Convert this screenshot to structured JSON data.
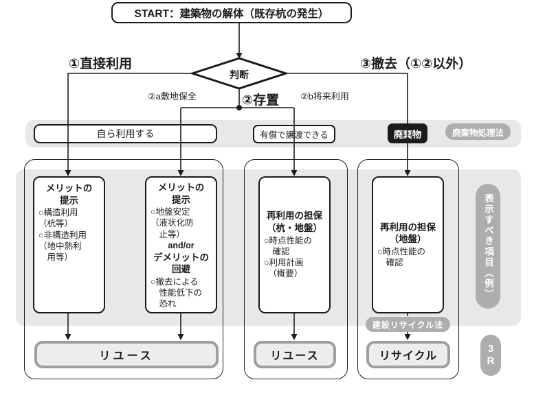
{
  "diagram": {
    "start_label": "START：建築物の解体（既存杭の発生）",
    "decision_label": "判断",
    "branches": {
      "b1": "①直接利用",
      "b2": "②存置",
      "b2a": "②a敷地保全",
      "b2b": "②b将来利用",
      "b3": "③撤去（①②以外）"
    },
    "middle_row": {
      "self_use": "自ら利用する",
      "paid_transfer": "有償で譲渡できる",
      "waste": "廃棄物",
      "waste_law_tag": "廃棄物処理法"
    },
    "boxes": {
      "box1": {
        "title": "メリットの\n提示",
        "body": "○構造利用\n（杭等）\n○非構造利用\n（地中熱利\n　用等）"
      },
      "box2": {
        "title": "メリットの\n提示",
        "body1": "○地盤安定\n（液状化防\n　止等）",
        "connector": "and/or",
        "title2": "デメリットの\n回避",
        "body2": "○撤去による\n　性能低下の\n　恐れ"
      },
      "box3": {
        "title": "再利用の担保\n（杭・地盤）",
        "body": "○時点性能の\n　確認\n○利用計画\n　（概要）"
      },
      "box4": {
        "title": "再利用の担保\n（地盤）",
        "body": "○時点性能の\n　確認"
      }
    },
    "results": {
      "r1": "リユース",
      "r2": "リユース",
      "r3": "リサイクル"
    },
    "tags": {
      "recycle_law": "建設リサイクル法",
      "display_items": "表示すべき項目（例）",
      "three_r": "3R"
    },
    "colors": {
      "band": "#e8e8e6",
      "ink": "#1b1b1b",
      "tag_gray": "#aeaeac",
      "result_fill": "#ededeb",
      "result_border": "#9e9e9c"
    }
  }
}
